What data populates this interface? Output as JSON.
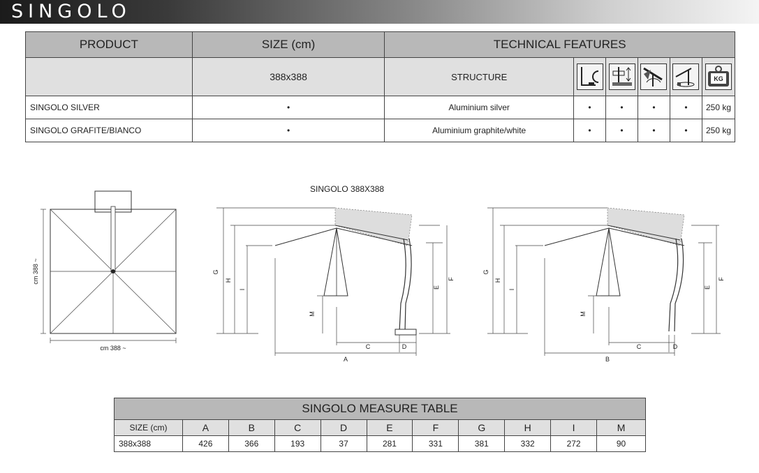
{
  "header": {
    "title": "SINGOLO"
  },
  "tech_table": {
    "headers": {
      "product": "PRODUCT",
      "size": "SIZE (cm)",
      "features": "TECHNICAL FEATURES"
    },
    "sub_row": {
      "size": "388x388",
      "structure": "STRUCTURE",
      "icons": [
        "height-adjust-icon",
        "vertical-lift-icon",
        "tilt-icon",
        "rotation-icon",
        "weight-kg-icon"
      ],
      "kg_label": "KG"
    },
    "rows": [
      {
        "product": "SINGOLO SILVER",
        "size": "•",
        "structure": "Aluminium silver",
        "f1": "•",
        "f2": "•",
        "f3": "•",
        "f4": "•",
        "weight": "250 kg"
      },
      {
        "product": "SINGOLO GRAFITE/BIANCO",
        "size": "•",
        "structure": "Aluminium graphite/white",
        "f1": "•",
        "f2": "•",
        "f3": "•",
        "f4": "•",
        "weight": "250 kg"
      }
    ]
  },
  "drawings": {
    "title": "SINGOLO 388X388",
    "top_view": {
      "width_label": "cm 388 ~",
      "height_label": "cm 388 ~"
    },
    "letters": {
      "A": "A",
      "B": "B",
      "C": "C",
      "D": "D",
      "E": "E",
      "F": "F",
      "G": "G",
      "H": "H",
      "I": "I",
      "M": "M"
    }
  },
  "measure_table": {
    "caption": "SINGOLO MEASURE TABLE",
    "columns": [
      "SIZE (cm)",
      "A",
      "B",
      "C",
      "D",
      "E",
      "F",
      "G",
      "H",
      "I",
      "M"
    ],
    "rows": [
      [
        "388x388",
        "426",
        "366",
        "193",
        "37",
        "281",
        "331",
        "381",
        "332",
        "272",
        "90"
      ]
    ]
  }
}
